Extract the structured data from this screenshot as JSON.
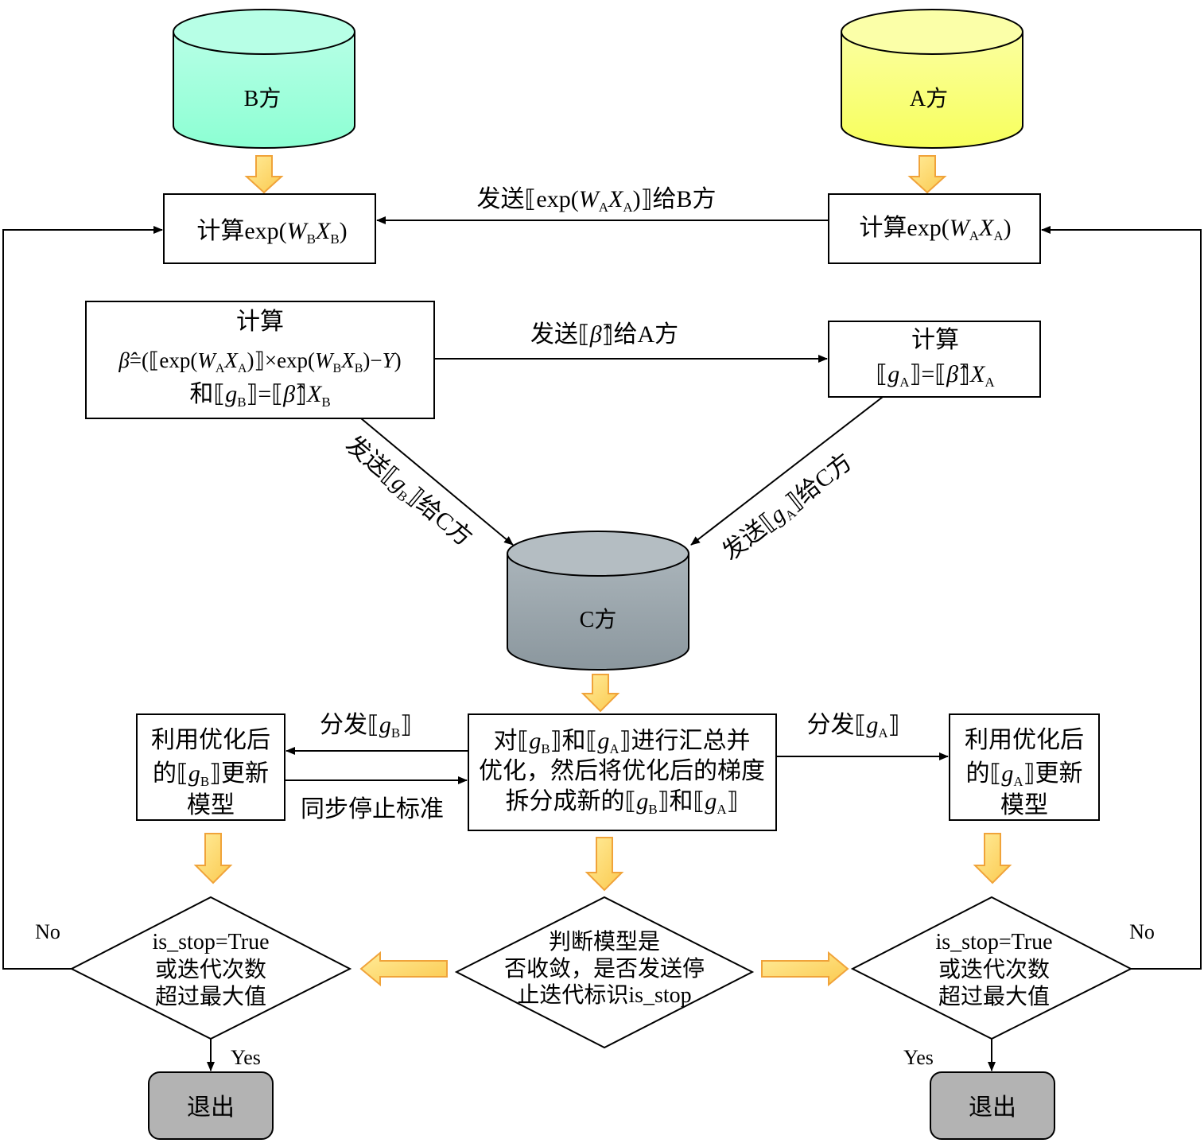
{
  "nodes": {
    "party_b": "B方",
    "party_a": "A方",
    "party_c": "C方",
    "compute_exp_b": {
      "prefix": "计算exp(",
      "w": "W",
      "w_sub": "B",
      "x": "X",
      "x_sub": "B",
      "suffix": ")"
    },
    "compute_exp_a": {
      "prefix": "计算exp(",
      "w": "W",
      "w_sub": "A",
      "x": "X",
      "x_sub": "A",
      "suffix": ")"
    },
    "compute_beta": {
      "line1": "计算",
      "line2_a": "=(⟦exp(",
      "line2_b": ")⟧×exp(",
      "line2_c": ")−",
      "line2_y": "Y",
      "line2_d": ")",
      "line3_a": "和⟦",
      "line3_b": "⟧=⟦",
      "line3_c": "⟧"
    },
    "compute_ga": {
      "line1": "计算"
    },
    "aggregate": {
      "line1_a": "对⟦",
      "line1_b": "⟧和⟦",
      "line1_c": "⟧进行汇总并",
      "line2": "优化，然后将优化后的梯度",
      "line3_a": "拆分成新的⟦",
      "line3_b": "⟧和⟦",
      "line3_c": "⟧"
    },
    "update_b": {
      "line1": "利用优化后",
      "line2_a": "的⟦",
      "line2_b": "⟧更新",
      "line3": "模型"
    },
    "update_a": {
      "line1": "利用优化后",
      "line2_a": "的⟦",
      "line2_b": "⟧更新",
      "line3": "模型"
    },
    "judge": {
      "line1": "判断模型是",
      "line2": "否收敛，是否发送停",
      "line3": "止迭代标识is_stop"
    },
    "stop_b": {
      "line1": "is_stop=True",
      "line2": "或迭代次数",
      "line3": "超过最大值"
    },
    "stop_a": {
      "line1": "is_stop=True",
      "line2": "或迭代次数",
      "line3": "超过最大值"
    },
    "exit_b": "退出",
    "exit_a": "退出"
  },
  "edges": {
    "send_exp_to_b": {
      "a": "发送⟦exp(",
      "b": ")⟧给B方"
    },
    "send_beta_to_a": {
      "a": "发送⟦",
      "b": "⟧给A方"
    },
    "send_gb_to_c": {
      "a": "发送⟦",
      "b": "⟧给C方"
    },
    "send_ga_to_c": {
      "a": "发送⟦",
      "b": "⟧给C方"
    },
    "distribute_gb": {
      "a": "分发⟦",
      "b": "⟧"
    },
    "distribute_ga": {
      "a": "分发⟦",
      "b": "⟧"
    },
    "sync_stop": "同步停止标准",
    "no_left": "No",
    "no_right": "No",
    "yes_left": "Yes",
    "yes_right": "Yes"
  },
  "symbols": {
    "beta_hat": "β̂",
    "g": "g",
    "sub_a": "A",
    "sub_b": "B",
    "w": "W",
    "x": "X"
  },
  "colors": {
    "party_b": "#9effd8",
    "party_a": "#faff7e",
    "party_c": "#97a3aa",
    "exit": "#b3b3b3",
    "arrow_fill": "#fdd968",
    "arrow_stroke": "#f0a33a"
  }
}
